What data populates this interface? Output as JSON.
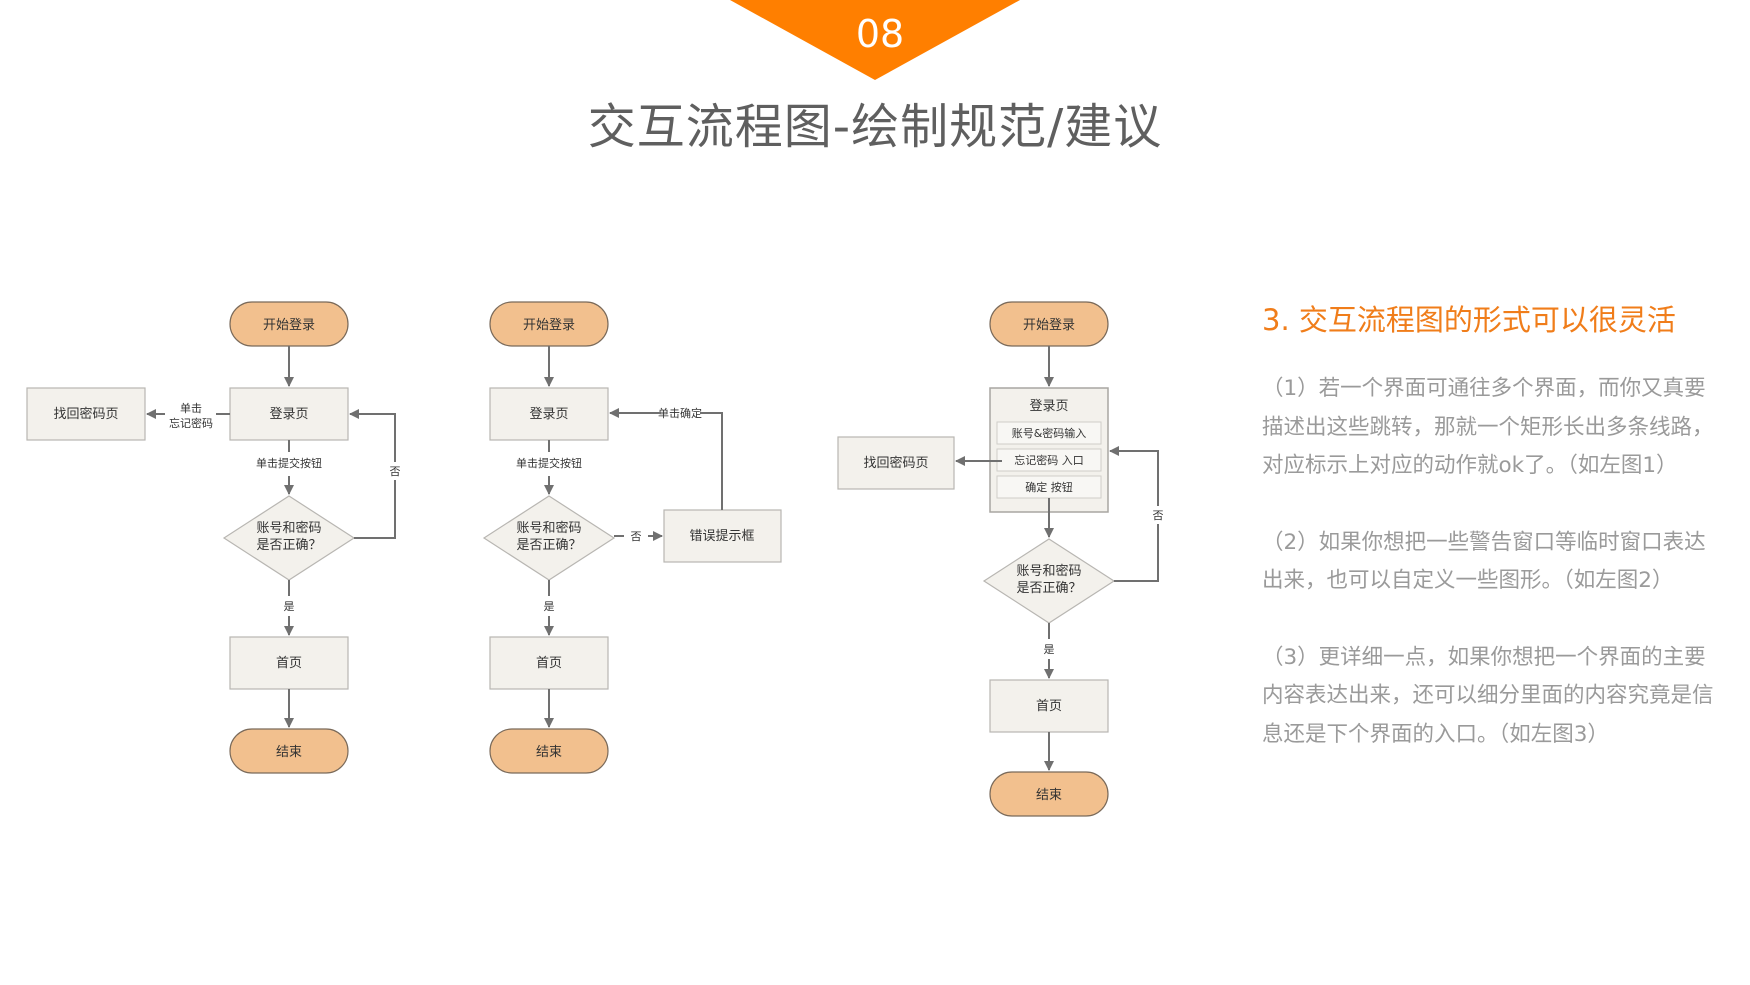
{
  "badge": {
    "number": "08",
    "color": "#ff7f00"
  },
  "title": "交互流程图-绘制规范/建议",
  "colors": {
    "terminal_fill": "#f2c08e",
    "terminal_stroke": "#7a6a5a",
    "box_fill": "#f3f1ec",
    "box_stroke": "#b8b6b2",
    "line": "#707070",
    "accent": "#f07d1a",
    "body_text": "#9a9a9a"
  },
  "diagram1": {
    "start": "开始登录",
    "login_page": "登录页",
    "forgot_page": "找回密码页",
    "forgot_label_line1": "单击",
    "forgot_label_line2": "忘记密码",
    "submit_label": "单击提交按钮",
    "decision_line1": "账号和密码",
    "decision_line2": "是否正确？",
    "no_label": "否",
    "yes_label": "是",
    "home": "首页",
    "end": "结束"
  },
  "diagram2": {
    "start": "开始登录",
    "login_page": "登录页",
    "confirm_label": "单击确定",
    "submit_label": "单击提交按钮",
    "decision_line1": "账号和密码",
    "decision_line2": "是否正确？",
    "no_label": "否",
    "error_box": "错误提示框",
    "yes_label": "是",
    "home": "首页",
    "end": "结束"
  },
  "diagram3": {
    "start": "开始登录",
    "login_page": "登录页",
    "sub_items": [
      "账号&密码输入",
      "忘记密码 入口",
      "确定 按钮"
    ],
    "forgot_page": "找回密码页",
    "decision_line1": "账号和密码",
    "decision_line2": "是否正确？",
    "no_label": "否",
    "yes_label": "是",
    "home": "首页",
    "end": "结束"
  },
  "side": {
    "heading": "3. 交互流程图的形式可以很灵活",
    "paragraphs": [
      "（1）若一个界面可通往多个界面，而你又真要描述出这些跳转，那就一个矩形长出多条线路，对应标示上对应的动作就ok了。（如左图1）",
      "（2）如果你想把一些警告窗口等临时窗口表达出来，也可以自定义一些图形。（如左图2）",
      "（3）更详细一点，如果你想把一个界面的主要内容表达出来，还可以细分里面的内容究竟是信息还是下个界面的入口。（如左图3）"
    ]
  }
}
